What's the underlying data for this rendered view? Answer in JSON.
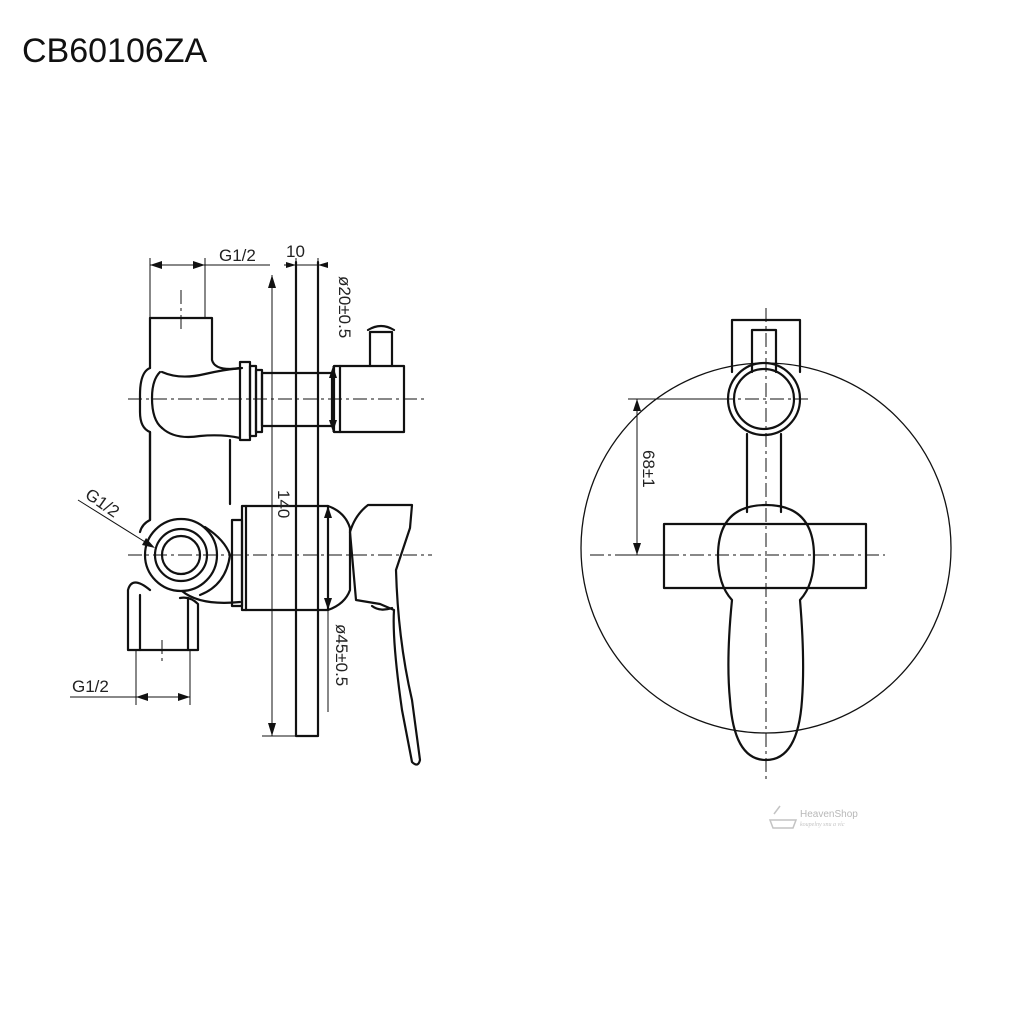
{
  "title": "CB60106ZA",
  "dimensions": {
    "top_thread": "G1/2",
    "top_gap": "10",
    "diverter_diameter": "ø20±0.5",
    "total_height": "140",
    "side_thread": "G1/2",
    "bottom_thread": "G1/2",
    "body_diameter": "ø45±0.5",
    "center_distance": "68±1"
  },
  "watermark": {
    "brand": "HeavenShop",
    "tagline": "koupelny snu a víc"
  }
}
